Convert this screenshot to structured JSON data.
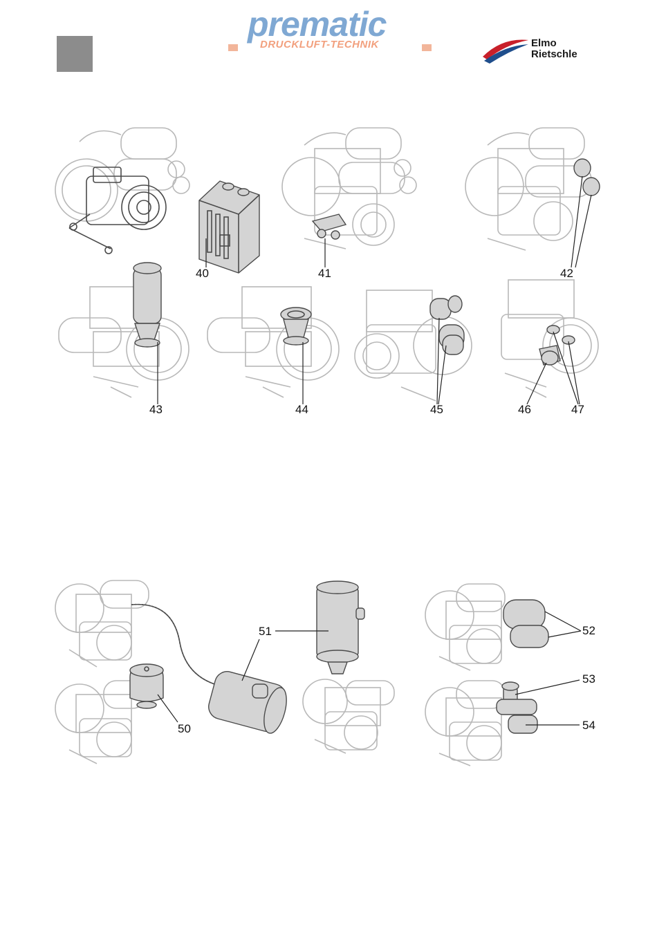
{
  "header": {
    "brand_name": "prematic",
    "brand_tagline": "DRUCKLUFT-TECHNIK",
    "partner_logo_line1": "Elmo",
    "partner_logo_line2": "Rietschle"
  },
  "figures": {
    "top_row": [
      "40",
      "41",
      "42"
    ],
    "middle_row": [
      "43",
      "44",
      "45",
      "46",
      "47"
    ],
    "bottom_group": [
      "50",
      "51",
      "52",
      "53",
      "54"
    ]
  },
  "colors": {
    "brand_blue": "#7fa8d3",
    "brand_salmon": "#f2a07e",
    "marker_gray": "#8c8c8c",
    "elmo_red": "#c8202a",
    "elmo_blue": "#1f4e8c"
  }
}
